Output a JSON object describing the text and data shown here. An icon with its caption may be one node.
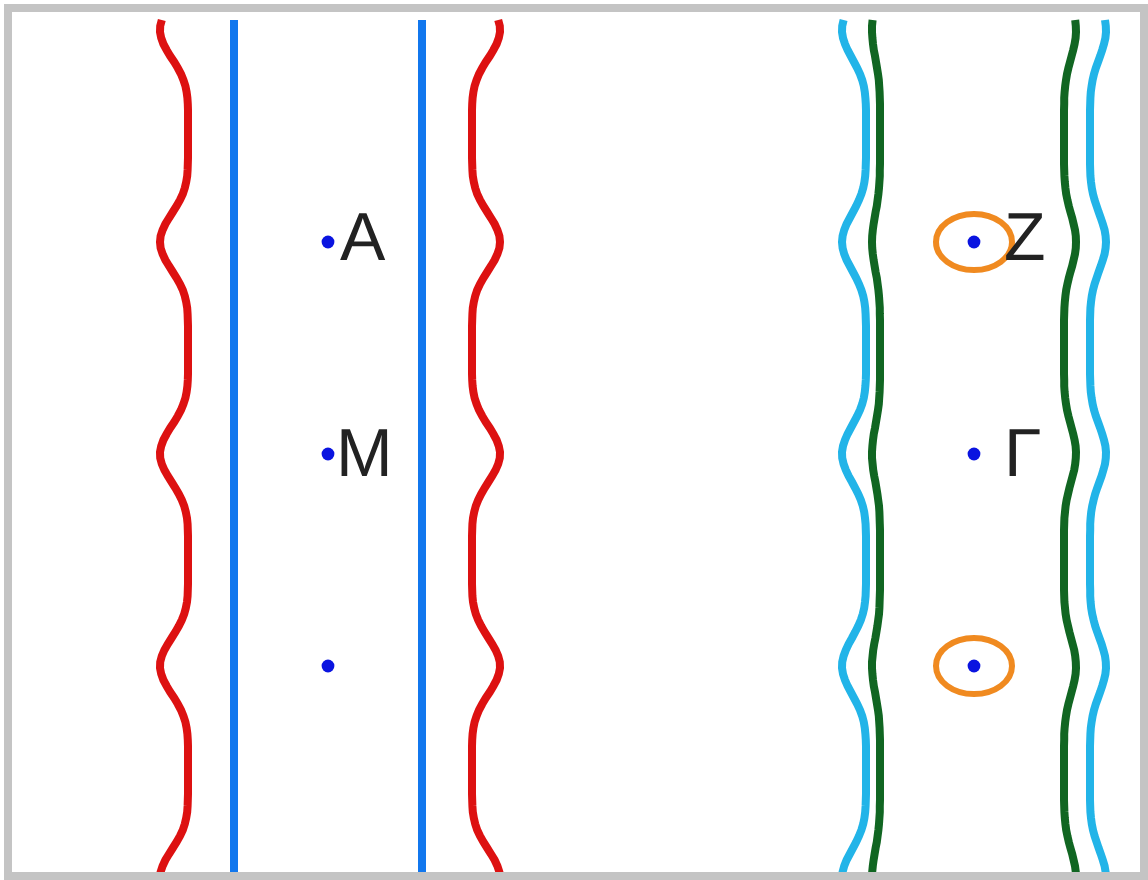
{
  "diagram": {
    "labels": [
      "A",
      "Z",
      "M",
      "Γ"
    ]
  }
}
